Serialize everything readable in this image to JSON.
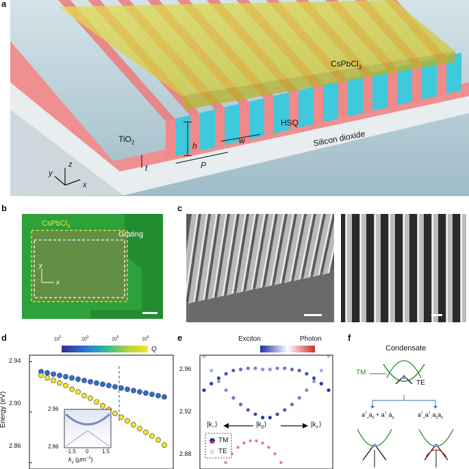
{
  "panels": {
    "a": "a",
    "b": "b",
    "c": "c",
    "d": "d",
    "e": "e",
    "f": "f"
  },
  "panel_a": {
    "labels": {
      "cspbcl3": "CsPbCl",
      "cspbcl3_sub": "3",
      "tio2": "TiO",
      "tio2_sub": "2",
      "hsq": "HSQ",
      "silicon_dioxide": "Silicon dioxide",
      "h": "h",
      "w": "w",
      "t": "t",
      "P": "P",
      "axis_x": "x",
      "axis_y": "y",
      "axis_z": "z"
    },
    "colors": {
      "tio2": "#f08a8a",
      "hsq": "#3ec9dc",
      "cspbcl3": "#d8d22a",
      "substrate": "#dde3e6",
      "background": "#a9c4cf"
    }
  },
  "panel_b": {
    "cspbcl3": "CsPbCl",
    "cspbcl3_sub": "3",
    "grating": "Grating",
    "axis_x": "x",
    "axis_y": "y",
    "colors": {
      "background": "#2da13a",
      "film": "#6f8a48",
      "dash_yellow": "#f0ea3a"
    }
  },
  "panel_d": {
    "colorbar_ticks": [
      "10",
      "10",
      "10",
      "10"
    ],
    "colorbar_exponents": [
      "2",
      "3",
      "5",
      "6"
    ],
    "colorbar_label": "Q",
    "ylabel": "Energy (eV)",
    "yticks": [
      "2.94",
      "2.90",
      "2.86"
    ],
    "inset": {
      "yticks": [
        "2.96",
        "2.86"
      ],
      "xticks": [
        "-1.5",
        "0",
        "1.5"
      ],
      "xlabel_k": "k",
      "xlabel_sub": "x",
      "xlabel_unit": " (μm",
      "xlabel_exp": "−1",
      "xlabel_close": ")"
    }
  },
  "panel_e": {
    "colorbar_left": "Exciton",
    "colorbar_right": "Photon",
    "yticks": [
      "2.96",
      "2.92",
      "2.88"
    ],
    "k_minus": "|k",
    "k_minus_sub": "−",
    "k_zero": "|k",
    "k_zero_sub": "0",
    "k_plus": "|k",
    "k_plus_sub": "+",
    "legend_tm": "TM",
    "legend_te": "TE"
  },
  "panel_f": {
    "title": "Condensate",
    "tm": "TM",
    "te": "TE",
    "left_formula": "a",
    "right_formula": "a"
  },
  "chart_data": [
    {
      "type": "scatter",
      "panel": "d",
      "ylabel": "Energy (eV)",
      "ylim": [
        2.855,
        2.945
      ],
      "series": [
        {
          "values": [
            2.932,
            2.931,
            2.93,
            2.929,
            2.928,
            2.927,
            2.926,
            2.925,
            2.924,
            2.923,
            2.922,
            2.921,
            2.92,
            2.919,
            2.918,
            2.917,
            2.916,
            2.915,
            2.914,
            2.913,
            2.912
          ]
        },
        {
          "values": [
            2.929,
            2.927,
            2.925,
            2.923,
            2.921,
            2.918,
            2.916,
            2.913,
            2.911,
            2.908,
            2.905,
            2.902,
            2.899,
            2.896,
            2.893,
            2.89,
            2.887,
            2.884,
            2.881,
            2.878,
            2.874
          ]
        }
      ]
    },
    {
      "type": "scatter",
      "panel": "e",
      "ylim": [
        2.872,
        2.976
      ],
      "series": [
        {
          "values": [
            2.975,
            2.962,
            2.952,
            2.944,
            2.937,
            2.931,
            2.926,
            2.922,
            2.919,
            2.919,
            2.922,
            2.926,
            2.931,
            2.937,
            2.944,
            2.952,
            2.962,
            2.975
          ]
        },
        {
          "values": [
            2.944,
            2.95,
            2.955,
            2.959,
            2.962,
            2.963,
            2.964,
            2.964,
            2.963,
            2.963,
            2.964,
            2.964,
            2.963,
            2.962,
            2.959,
            2.955,
            2.95,
            2.944
          ]
        }
      ]
    }
  ]
}
